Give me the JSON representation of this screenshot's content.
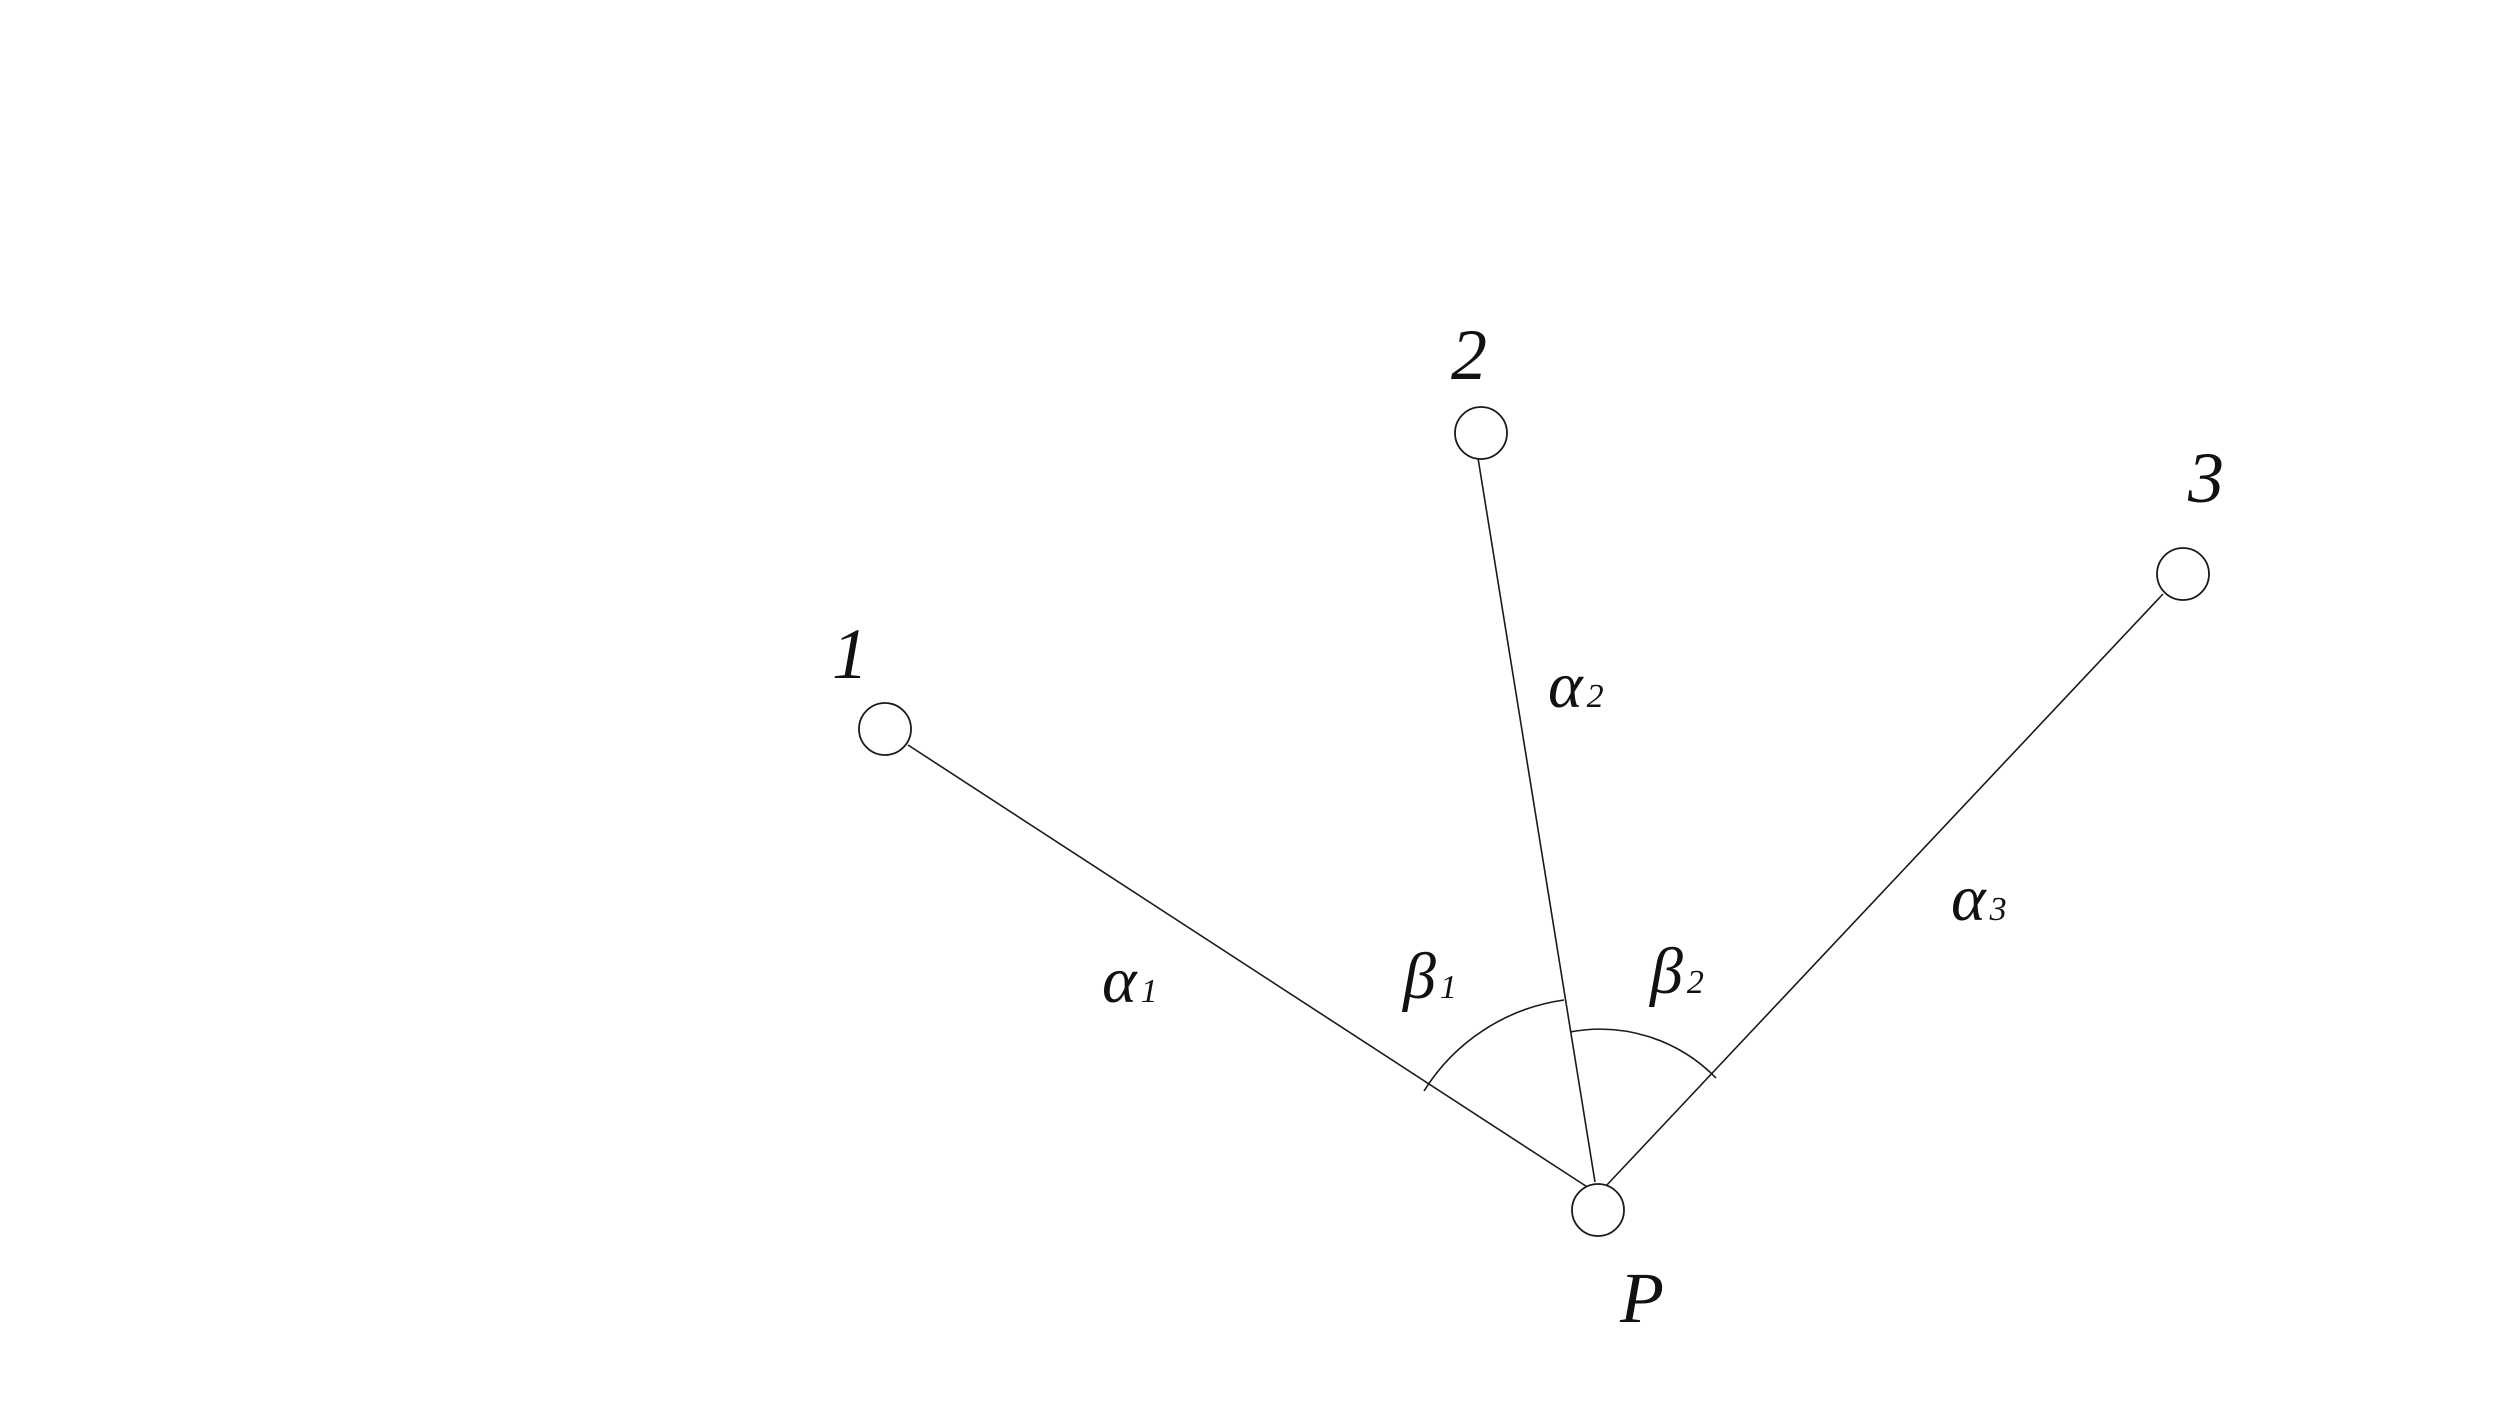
{
  "points": {
    "p1": {
      "label": "1"
    },
    "p2": {
      "label": "2"
    },
    "p3": {
      "label": "3"
    },
    "pP": {
      "label": "P"
    }
  },
  "angles": {
    "alpha1": {
      "symbol": "α",
      "sub": "1"
    },
    "alpha2": {
      "symbol": "α",
      "sub": "2"
    },
    "alpha3": {
      "symbol": "α",
      "sub": "3"
    },
    "beta1": {
      "symbol": "β",
      "sub": "1"
    },
    "beta2": {
      "symbol": "β",
      "sub": "2"
    }
  }
}
